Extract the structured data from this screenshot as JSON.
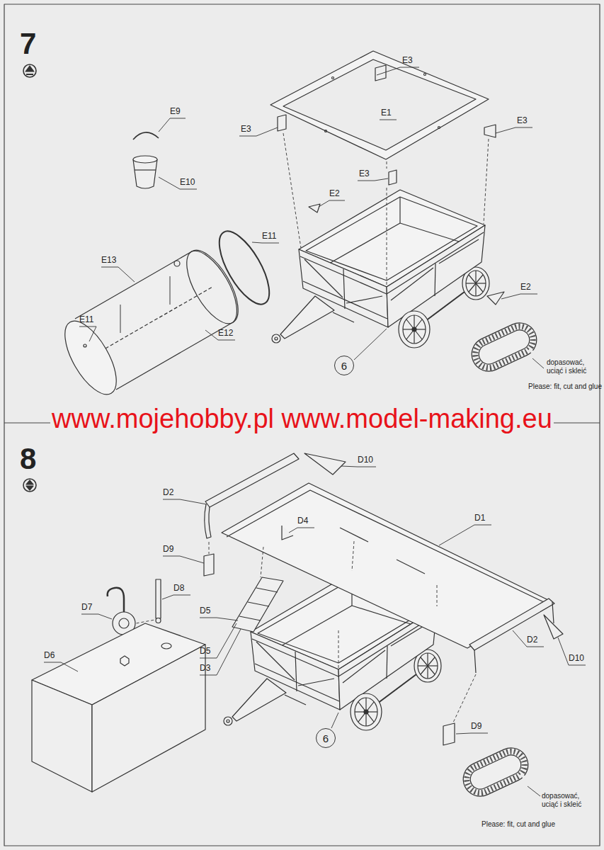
{
  "diagram": {
    "nodes": [
      {
        "text": [
          "6"
        ]
      },
      {
        "text": [
          "6"
        ]
      }
    ],
    "labels": [
      "7",
      "E3",
      "E1",
      "E3",
      "E3",
      "E3",
      "E9",
      "E10",
      "E2",
      "E11",
      "E13",
      "E11",
      "E12",
      "E2",
      "dopasować, uciąć i skleić",
      "Please: fit, cut and glue",
      "www.mojehobby.pl www.model-making.eu",
      "8",
      "D10",
      "D2",
      "D1",
      "D4",
      "D9",
      "D7",
      "D8",
      "D5",
      "D5",
      "D3",
      "D6",
      "D2",
      "D10",
      "D9",
      "dopasować, uciąć i skleić",
      "Please: fit, cut and glue"
    ]
  }
}
